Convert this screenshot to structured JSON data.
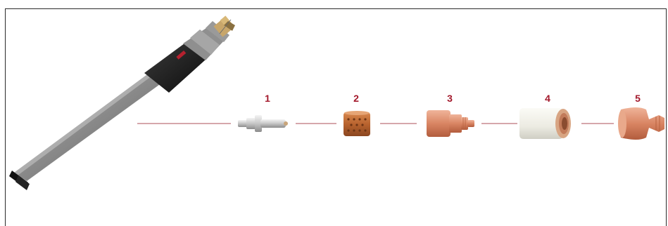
{
  "parts": [
    {
      "number": "1",
      "name": "electrode"
    },
    {
      "number": "2",
      "name": "swirl-ring"
    },
    {
      "number": "3",
      "name": "nozzle"
    },
    {
      "number": "4",
      "name": "nozzle-retaining-cap"
    },
    {
      "number": "5",
      "name": "shield"
    }
  ],
  "colors": {
    "connector_line": "#c98a8f",
    "number_label": "#a3182b",
    "copper": "#d98563",
    "copper_dark": "#b25c3d",
    "handle_gray": "#8a8a8a",
    "handle_black": "#1c1c1c",
    "ceramic": "#efeee6"
  }
}
